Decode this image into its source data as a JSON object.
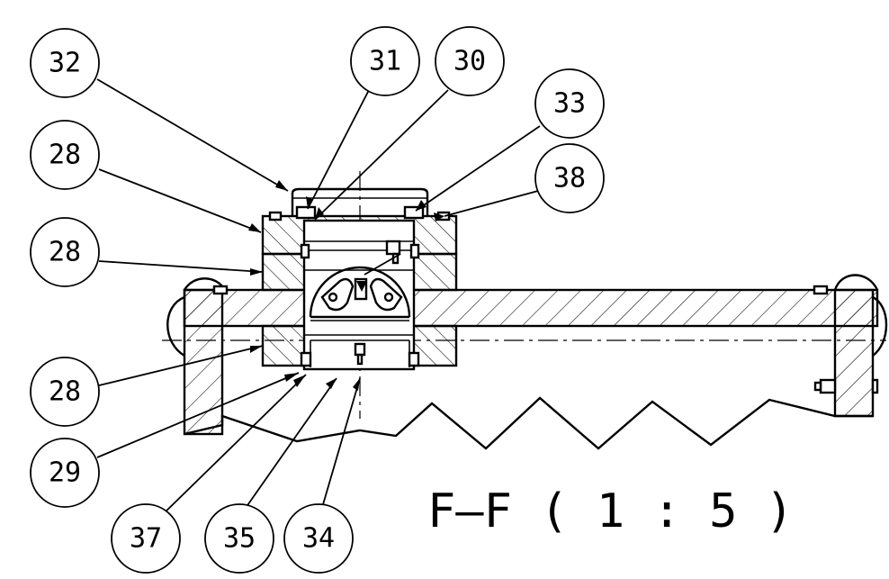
{
  "balloons": [
    "32",
    "31",
    "30",
    "33",
    "28",
    "38",
    "28",
    "28",
    "29",
    "37",
    "35",
    "34"
  ],
  "section_title": "F–F ( 1 : 5 )"
}
